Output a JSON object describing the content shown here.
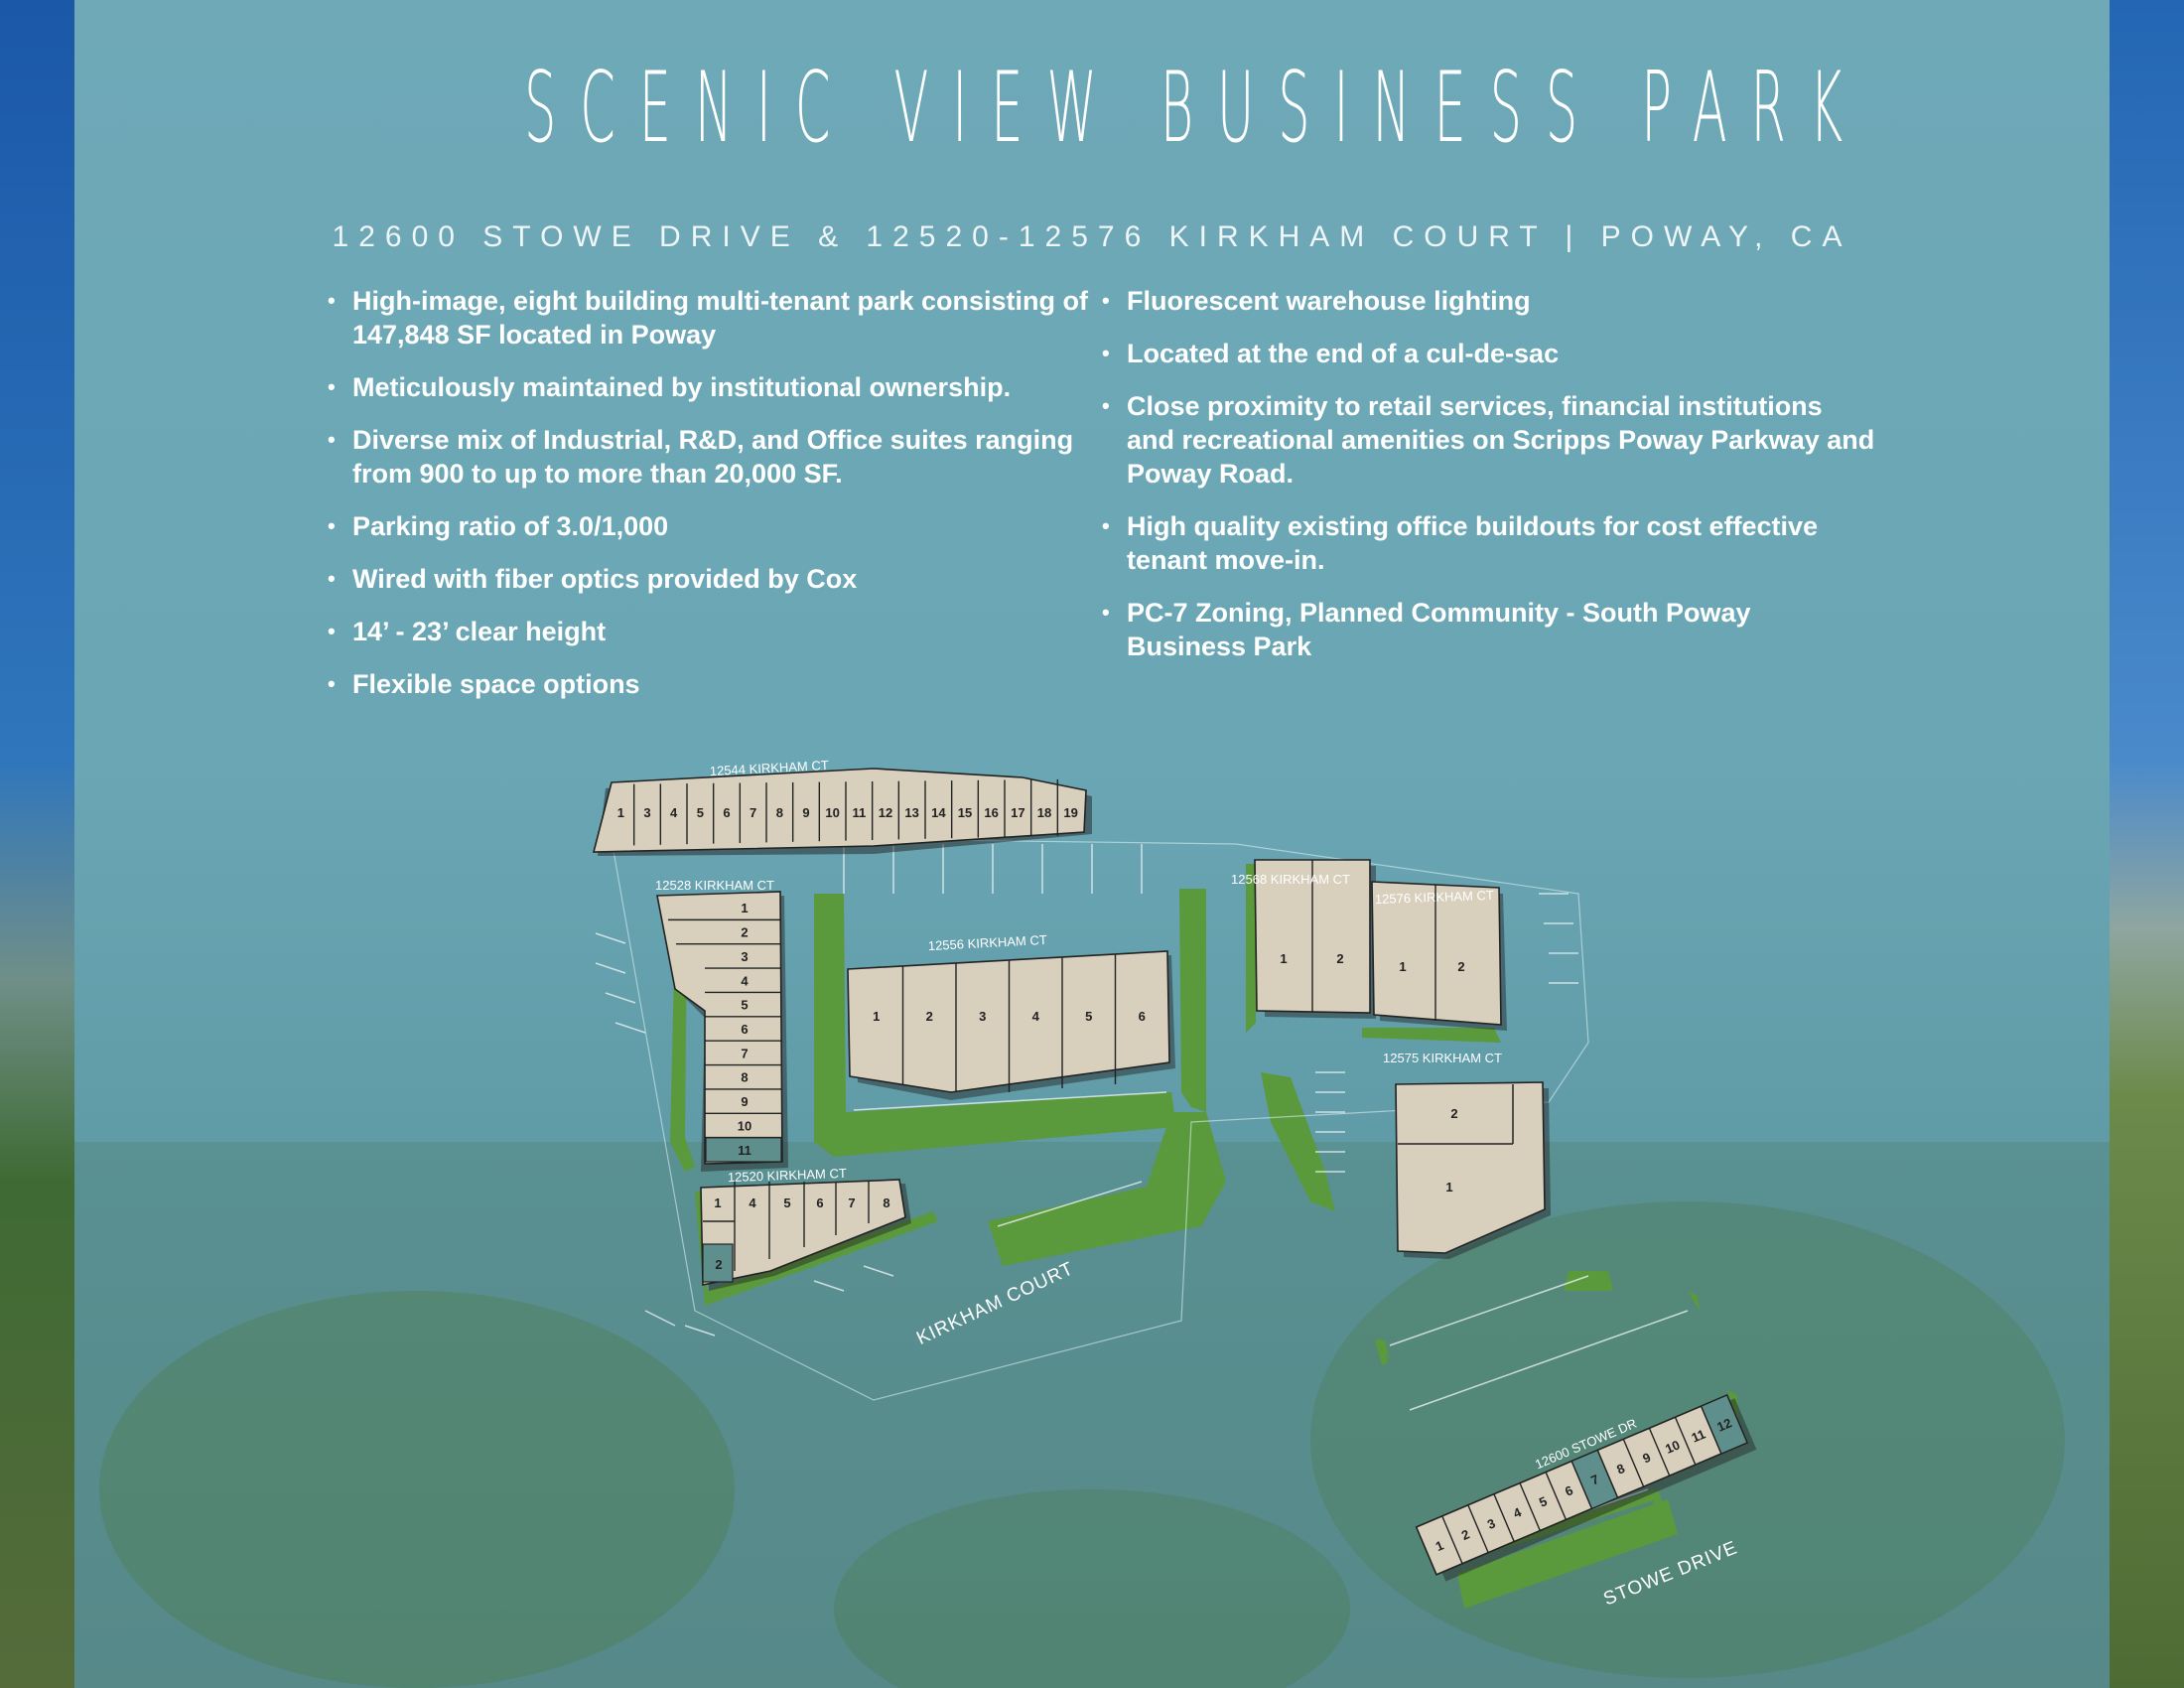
{
  "title": "SCENIC VIEW BUSINESS PARK",
  "subtitle": "12600 STOWE DRIVE & 12520-12576 KIRKHAM COURT  |  POWAY, CA",
  "left_bullets": [
    "High-image, eight building multi-tenant park consisting of 147,848 SF located in Poway",
    "Meticulously maintained by institutional ownership.",
    "Diverse mix of Industrial, R&D, and Office suites ranging from 900 to up to more than 20,000 SF.",
    "Parking ratio of 3.0/1,000",
    "Wired with fiber optics provided by Cox",
    "14’ - 23’ clear height",
    "Flexible space options"
  ],
  "right_bullets": [
    "Fluorescent warehouse lighting",
    "Located at the end of a cul-de-sac",
    "Close proximity to retail services, financial institutions and recreational amenities on Scripps Poway Parkway and Poway Road.",
    "High quality existing office buildouts for cost effective tenant move-in.",
    "PC-7 Zoning, Planned Community - South Poway Business Park"
  ],
  "site_map": {
    "buildings": {
      "b12544": {
        "label": "12544 KIRKHAM CT",
        "suites": [
          "1",
          "3",
          "4",
          "5",
          "6",
          "7",
          "8",
          "9",
          "10",
          "11",
          "12",
          "13",
          "14",
          "15",
          "16",
          "17",
          "18",
          "19"
        ]
      },
      "b12528": {
        "label": "12528 KIRKHAM CT",
        "suites": [
          "1",
          "2",
          "3",
          "4",
          "5",
          "6",
          "7",
          "8",
          "9",
          "10",
          "11"
        ],
        "highlighted": [
          "11"
        ]
      },
      "b12556": {
        "label": "12556 KIRKHAM CT",
        "suites": [
          "1",
          "2",
          "3",
          "4",
          "5",
          "6"
        ]
      },
      "b12568": {
        "label": "12568 KIRKHAM CT",
        "suites": [
          "1",
          "2"
        ]
      },
      "b12576": {
        "label": "12576 KIRKHAM CT",
        "suites": [
          "1",
          "2"
        ]
      },
      "b12575": {
        "label": "12575 KIRKHAM CT",
        "suites": [
          "2",
          "1"
        ]
      },
      "b12520": {
        "label": "12520 KIRKHAM CT",
        "suites": [
          "1",
          "4",
          "5",
          "6",
          "7",
          "8",
          "2"
        ],
        "highlighted": [
          "2"
        ]
      },
      "b12600": {
        "label": "12600 STOWE DR",
        "suites": [
          "1",
          "2",
          "3",
          "4",
          "5",
          "6",
          "7",
          "8",
          "9",
          "10",
          "11",
          "12"
        ],
        "highlighted": [
          "7",
          "12"
        ]
      }
    },
    "streets": [
      "KIRKHAM COURT",
      "STOWE DRIVE"
    ],
    "colors": {
      "building_fill": "#d8cfbd",
      "landscape": "#5a9a3c",
      "highlight_suite": "#5f8f8c",
      "outline_highlight": "#8fd0e0"
    }
  }
}
